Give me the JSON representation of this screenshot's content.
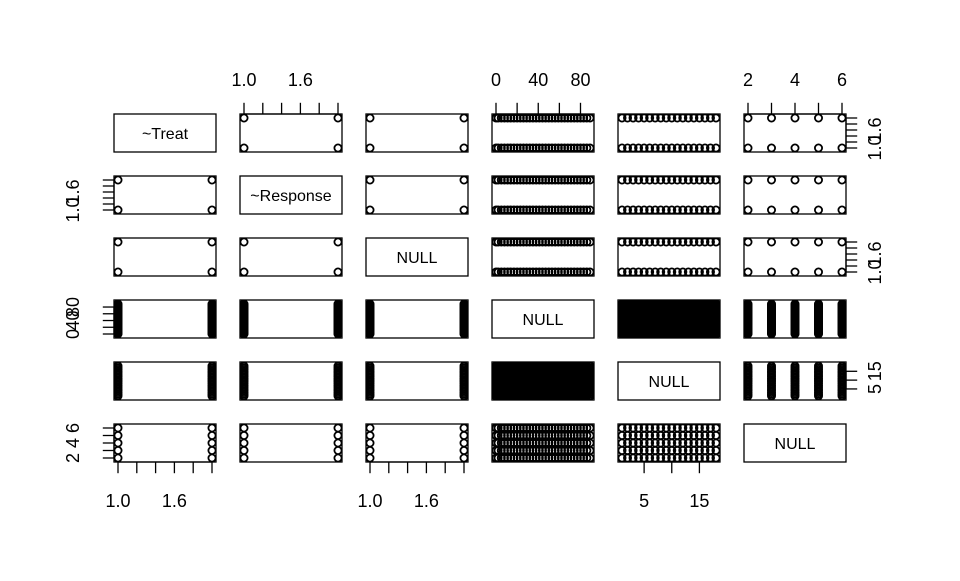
{
  "chart_data": {
    "type": "scatter",
    "subtype": "pairs-matrix",
    "variables": [
      "~Treat",
      "~Response",
      "NULL",
      "NULL",
      "NULL",
      "NULL"
    ],
    "diag_labels": [
      "~Treat",
      "~Response",
      "NULL",
      "NULL",
      "NULL",
      "NULL"
    ],
    "ranges": [
      [
        1,
        2
      ],
      [
        1,
        2
      ],
      [
        1,
        2
      ],
      [
        0,
        89
      ],
      [
        1,
        18
      ],
      [
        2,
        6
      ]
    ],
    "ticks": [
      [
        1.0,
        1.2,
        1.4,
        1.6,
        1.8,
        2.0
      ],
      [
        1.0,
        1.2,
        1.4,
        1.6,
        1.8,
        2.0
      ],
      [
        1.0,
        1.2,
        1.4,
        1.6,
        1.8,
        2.0
      ],
      [
        0,
        20,
        40,
        60,
        80
      ],
      [
        5,
        10,
        15
      ],
      [
        2,
        3,
        4,
        5,
        6
      ]
    ],
    "tick_labels": [
      [
        "1.0",
        "",
        "",
        "1.6",
        "",
        ""
      ],
      [
        "1.0",
        "",
        "",
        "1.6",
        "",
        ""
      ],
      [
        "1.0",
        "",
        "",
        "1.6",
        "",
        ""
      ],
      [
        "0",
        "",
        "40",
        "",
        "80"
      ],
      [
        "5",
        "",
        "15"
      ],
      [
        "2",
        "",
        "4",
        "",
        "6"
      ]
    ],
    "axes": {
      "top": [
        1,
        3,
        5
      ],
      "bottom": [
        0,
        2,
        4
      ],
      "left": [
        1,
        3,
        5
      ],
      "right": [
        0,
        2,
        4
      ]
    },
    "discrete_values": [
      [
        1,
        2
      ],
      [
        1,
        2
      ],
      [
        1,
        2
      ],
      [
        0,
        2,
        5,
        8,
        11,
        14,
        17,
        20,
        23,
        26,
        29,
        32,
        35,
        38,
        41,
        44,
        47,
        50,
        53,
        56,
        59,
        62,
        65,
        68,
        71,
        74,
        77,
        80,
        83,
        86,
        89
      ],
      [
        1,
        2,
        3,
        4,
        5,
        6,
        7,
        8,
        9,
        10,
        11,
        12,
        13,
        14,
        15,
        16,
        17,
        18
      ],
      [
        2,
        3,
        4,
        5,
        6
      ]
    ],
    "marker": "open-circle",
    "grid": false,
    "legend": "none"
  }
}
